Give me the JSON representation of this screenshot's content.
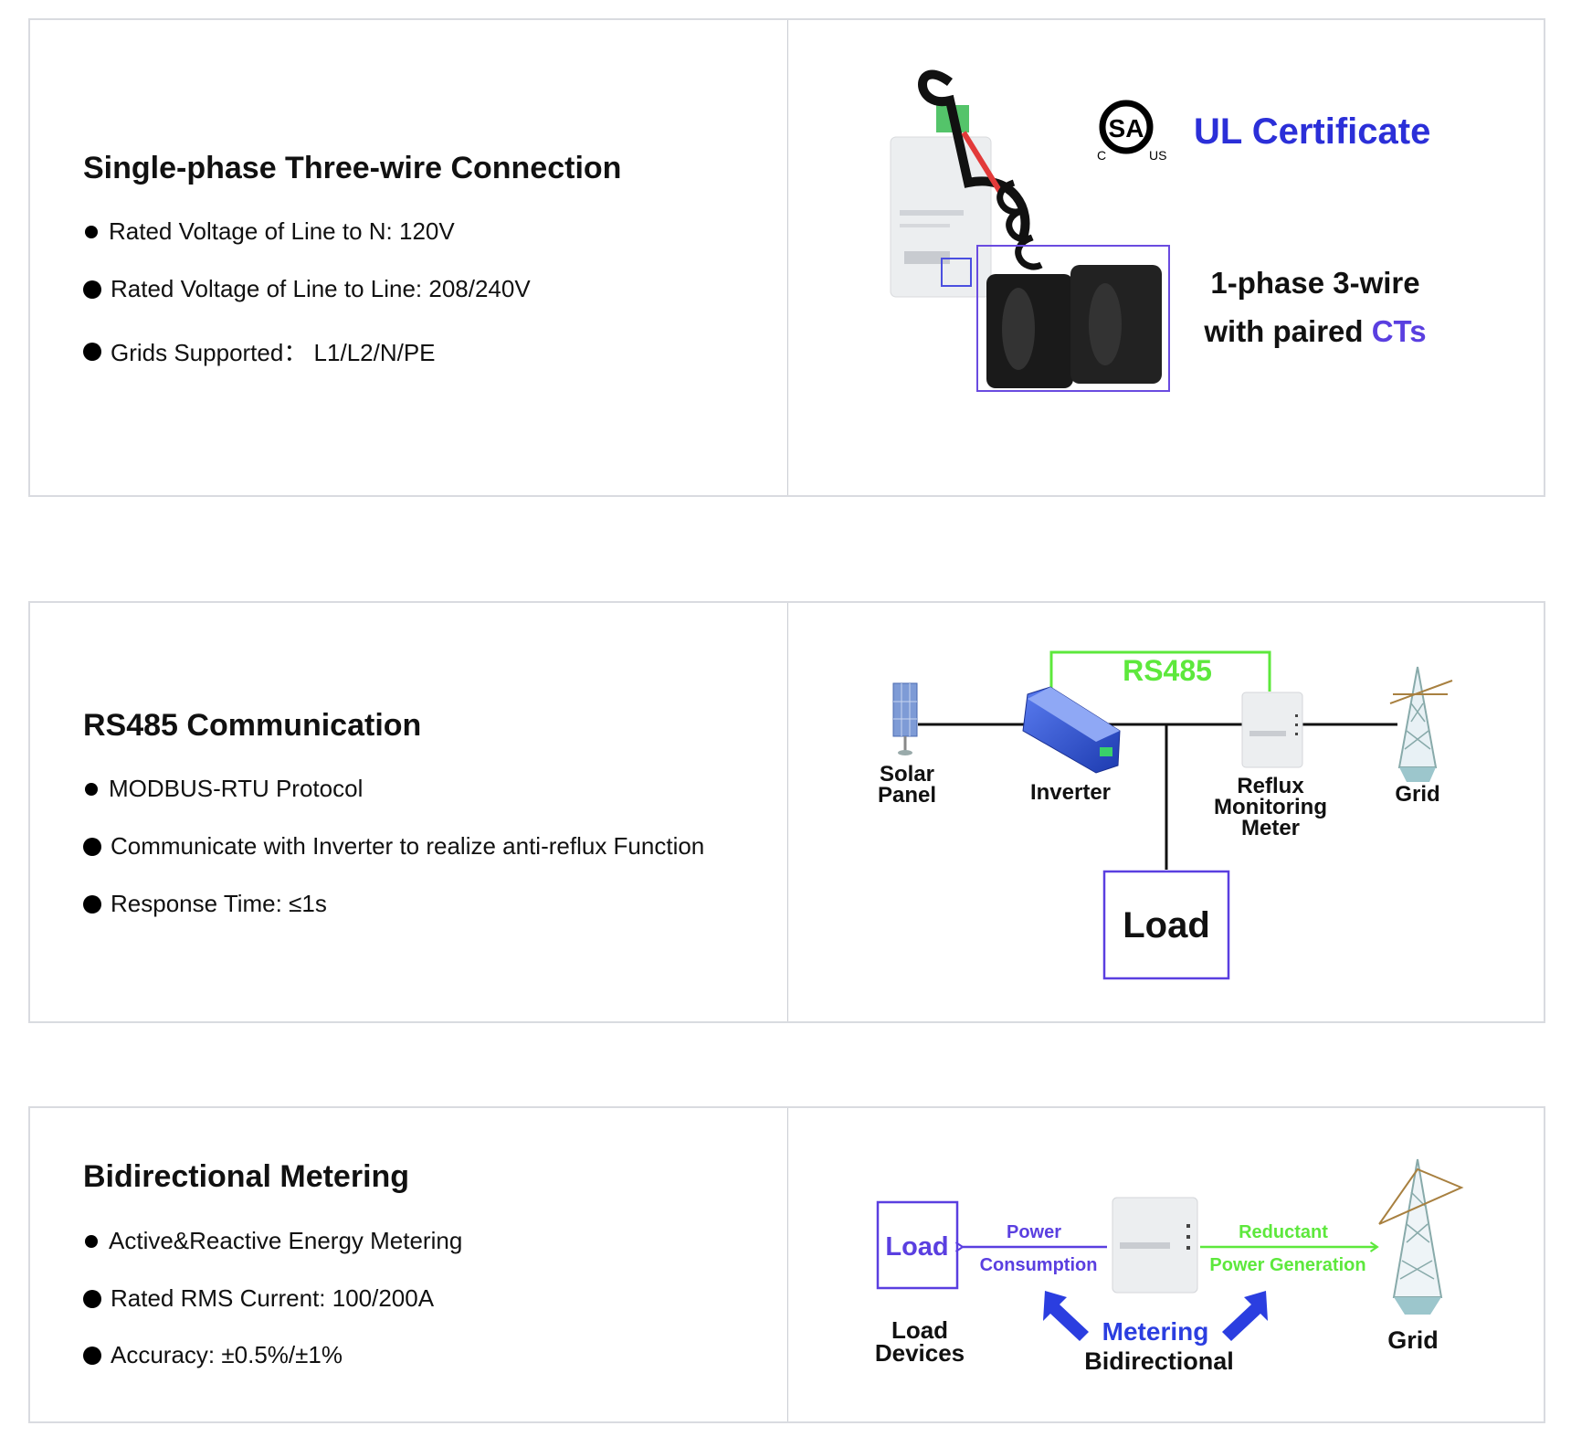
{
  "sections": [
    {
      "title": "Single-phase Three-wire Connection",
      "bullets": [
        "Rated Voltage of Line to N: 120V",
        "Rated Voltage of Line to Line: 208/240V",
        "Grids Supported：  L1/L2/N/PE"
      ],
      "figure": {
        "cert_logo_text": "SA",
        "cert_logo_left": "C",
        "cert_logo_right": "US",
        "cert_label": "UL Certificate",
        "caption_line1": "1-phase 3-wire",
        "caption_line2_prefix": "with paired ",
        "caption_line2_highlight": "CTs"
      }
    },
    {
      "title": "RS485 Communication",
      "bullets": [
        "MODBUS-RTU Protocol",
        "Communicate with Inverter to realize anti-reflux Function",
        "Response Time: ≤1s"
      ],
      "figure": {
        "bus_label": "RS485",
        "solar_label_1": "Solar",
        "solar_label_2": "Panel",
        "inverter_label": "Inverter",
        "meter_label_1": "Reflux",
        "meter_label_2": "Monitoring",
        "meter_label_3": "Meter",
        "grid_label": "Grid",
        "load_label": "Load"
      }
    },
    {
      "title": "Bidirectional Metering",
      "bullets": [
        "Active&Reactive Energy Metering",
        "Rated RMS Current: 100/200A",
        "Accuracy: ±0.5%/±1%"
      ],
      "figure": {
        "load_box_label": "Load",
        "consumption_label_1": "Power",
        "consumption_label_2": "Consumption",
        "generation_label_1": "Reductant",
        "generation_label_2": "Power Generation",
        "load_devices_1": "Load",
        "load_devices_2": "Devices",
        "metering_label": "Metering",
        "bidirectional_label": "Bidirectional",
        "grid_label": "Grid"
      }
    }
  ],
  "colors": {
    "purple": "#5a3fe0",
    "blue": "#2b3ee0",
    "green": "#5de83c"
  }
}
